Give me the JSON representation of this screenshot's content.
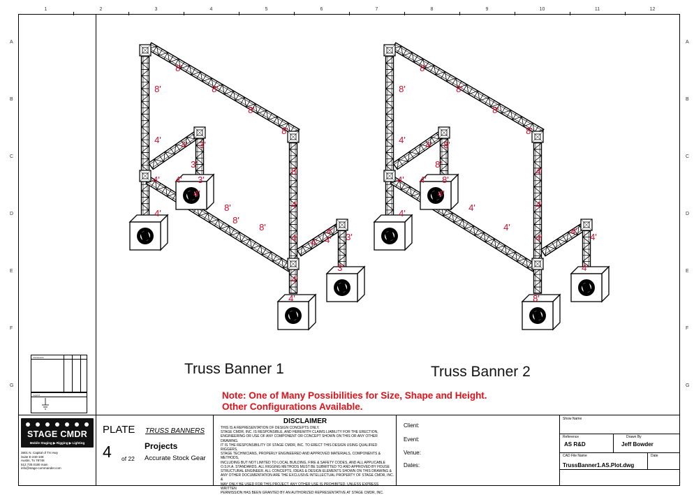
{
  "ruler": {
    "columns": [
      "1",
      "2",
      "3",
      "4",
      "5",
      "6",
      "7",
      "8",
      "9",
      "10",
      "11",
      "12"
    ],
    "rows": [
      "A",
      "B",
      "C",
      "D",
      "E",
      "F",
      "G"
    ]
  },
  "drawing": {
    "banner1": {
      "caption": "Truss Banner 1",
      "segment_labels": [
        "8'",
        "8'",
        "8'",
        "8'",
        "8'",
        "4'",
        "4'",
        "4'",
        "4'",
        "3'",
        "3'",
        "3'",
        "4'",
        "4'",
        "8'",
        "8'",
        "8'",
        "4'",
        "4'",
        "4'",
        "4'",
        "3'",
        "3'",
        "4'",
        "8'",
        "4'",
        "4'"
      ]
    },
    "banner2": {
      "caption": "Truss Banner 2",
      "segment_labels": [
        "8'",
        "8'",
        "8'",
        "8'",
        "8'",
        "4'",
        "4'",
        "4'",
        "4'",
        "8'",
        "8'",
        "8'",
        "4'",
        "4'",
        "4'",
        "4'",
        "4'",
        "4'",
        "4'",
        "8'",
        "4'",
        "4'",
        "4'"
      ]
    },
    "note_line1": "Note: One of Many Possibilities for Size, Shape and Height.",
    "note_line2": "Other Configurations Available."
  },
  "side_panel": {
    "instruments_label": "Instruments",
    "legend_label": "Legend"
  },
  "title_block": {
    "company": {
      "logo_text": "STAGE CMDR",
      "tagline": "Mobile Staging ▶ Rigging ▶ Lighting",
      "address_lines": [
        "3801 N. Capital of TX Hwy",
        "Suite E-240-108",
        "Austin, Tx 78746",
        "512.730.0180 main",
        "info@stage-commander.com"
      ]
    },
    "plate": {
      "plate_label": "PLATE",
      "plate_number": "4",
      "of_total": "of 22",
      "category": "TRUSS BANNERS",
      "section": "Projects",
      "subsection": "Accurate Stock Gear"
    },
    "disclaimer": {
      "title": "DISCLAIMER",
      "lines": [
        "THIS IS A REPRESENTATION OF DESIGN CONCEPTS ONLY.",
        "STAGE CMDR, INC. IS RESPONSIBLE, AND HEREWITH CLAIMS LIABILITY FOR THE ERECTION,",
        "ENGINEERING OR USE OF ANY COMPONENT OR CONCEPT SHOWN ON THIS OR ANY OTHER DRAWING.",
        "IT IS THE RESPONSIBILITY OF STAGE CMDR, INC. TO ERECT THIS DESIGN USING QUALIFIED RIGGERS,",
        "STAGE TECHNICIANS, PROPERLY ENGINEERED AND APPROVED MATERIALS, COMPONENTS & METHODS,",
        "INCLUDING BUT NOT LIMITED TO LOCAL BUILDING, FIRE & SAFETY CODES, AND ALL APPLICABLE",
        "O.S.H.A. STANDARDS.  ALL RIGGING METHODS MUST BE SUBMITTED TO AND APPROVED BY HOUSE",
        "STRUCTURAL ENGINEER.  ALL CONCEPTS, IDEAS & DESIGN ELEMENTS SHOWN ON THIS DRAWING &",
        "ANY OTHER DOCUMENTATION ARE THE EXCLUSIVE INTELLECTUAL PROPERTY OF STAGE CMDR, INC. &",
        "MAY ONLY BE USED FOR THIS PROJECT.  ANY OTHER USE IS PROHIBITED, UNLESS EXPRESS WRITTEN",
        "PERMISSION HAS BEEN GRANTED BY AN AUTHORIZED REPRESENTATIVE AT STAGE CMDR, INC."
      ]
    },
    "event_fields": {
      "client": "Client:",
      "event": "Event:",
      "venue": "Venue:",
      "dates": "Dates:"
    },
    "info": {
      "show_name_label": "Show Name",
      "show_name_value": "",
      "reference_label": "Reference",
      "reference_value": "AS R&D",
      "drawn_by_label": "Drawn By",
      "drawn_by_value": "Jeff Bowder",
      "cad_label": "CAD File Name",
      "cad_value": "TrussBanner1.AS.Plot.dwg",
      "date_label": "Date",
      "date_value": ""
    }
  },
  "colors": {
    "label_red": "#c8102e",
    "note_red": "#e0121b",
    "line": "#000000"
  }
}
